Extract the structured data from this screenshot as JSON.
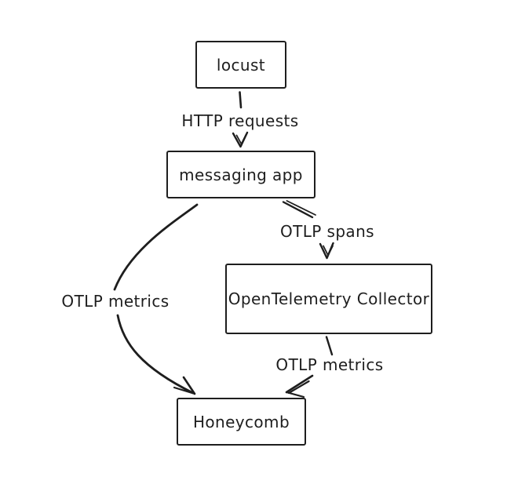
{
  "canvas": {
    "background_color": "#ffffff",
    "stroke_color": "#1e1e1e"
  },
  "nodes": [
    {
      "id": "locust",
      "label": "locust"
    },
    {
      "id": "messaging_app",
      "label": "messaging app"
    },
    {
      "id": "otel_collector",
      "label": "OpenTelemetry Collector"
    },
    {
      "id": "honeycomb",
      "label": "Honeycomb"
    }
  ],
  "edges": [
    {
      "from": "locust",
      "to": "messaging_app",
      "label": "HTTP requests"
    },
    {
      "from": "messaging_app",
      "to": "otel_collector",
      "label": "OTLP spans"
    },
    {
      "from": "messaging_app",
      "to": "honeycomb",
      "label": "OTLP metrics"
    },
    {
      "from": "otel_collector",
      "to": "honeycomb",
      "label": "OTLP metrics"
    }
  ]
}
